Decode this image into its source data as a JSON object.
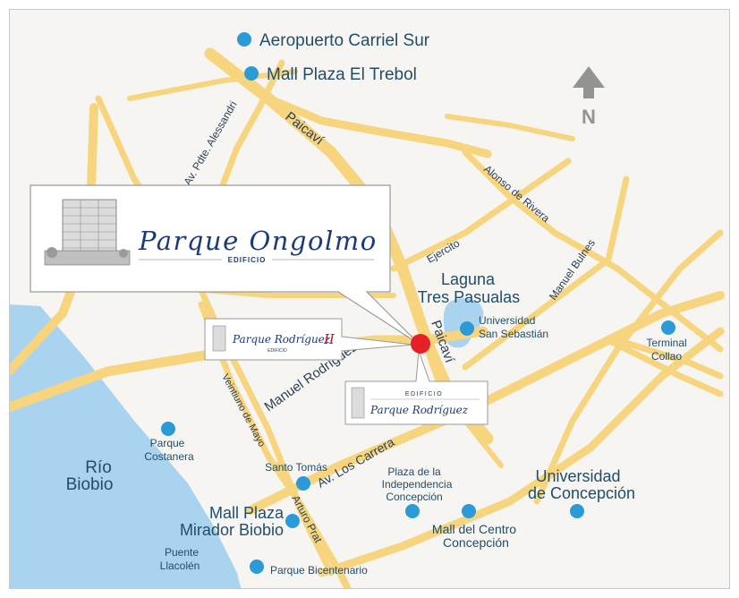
{
  "map": {
    "colors": {
      "background": "#f7f5f2",
      "water": "#a9d3ef",
      "road": "#f7d57e",
      "poi": "#2b9ad6",
      "marker": "#e52026",
      "text": "#1f4d6b",
      "brand": "#1d3a78",
      "accent_red": "#c8102e"
    },
    "north_label": "N",
    "water_labels": {
      "river_line1": "Río",
      "river_line2": "Biobio"
    },
    "roads": {
      "paicavi_top": "Paicaví",
      "paicavi_mid": "Paicaví",
      "alessandri": "Av. Pdte. Alessandri",
      "alonso": "Alonso de Rivera",
      "ejercito": "Ejercito",
      "bulnes": "Manuel Bulnes",
      "rodriguez": "Manuel Rodríguez",
      "veintiuno": "Veintiuno de Mayo",
      "carrera": "Av. Los Carrera",
      "prat": "Arturo Prat"
    },
    "pois": {
      "aeropuerto": "Aeropuerto Carriel Sur",
      "trebol": "Mall Plaza El Trebol",
      "laguna_line1": "Laguna",
      "laguna_line2": "Tres Pasualas",
      "usanseb_line1": "Universidad",
      "usanseb_line2": "San Sebastián",
      "terminal_line1": "Terminal",
      "terminal_line2": "Collao",
      "costanera_line1": "Parque",
      "costanera_line2": "Costanera",
      "santotomas": "Santo Tomás",
      "plaza_line1": "Plaza de la",
      "plaza_line2": "Independencia",
      "plaza_line3": "Concepción",
      "udec_line1": "Universidad",
      "udec_line2": "de Concepción",
      "mirador_line1": "Mall Plaza",
      "mirador_line2": "Mirador Biobio",
      "centro_line1": "Mall del Centro",
      "centro_line2": "Concepción",
      "llacolen_line1": "Puente",
      "llacolen_line2": "Llacolén",
      "bicentenario": "Parque Bicentenario"
    },
    "callouts": {
      "ongolmo_name": "Parque Ongolmo",
      "ongolmo_sub": "EDIFICIO",
      "rodriguez2_name": "Parque Rodríguez",
      "rodriguez2_suffix": "II",
      "rodriguez2_sub": "EDIFICIO",
      "rodriguez_top": "EDIFICIO",
      "rodriguez_name": "Parque Rodríguez"
    }
  }
}
